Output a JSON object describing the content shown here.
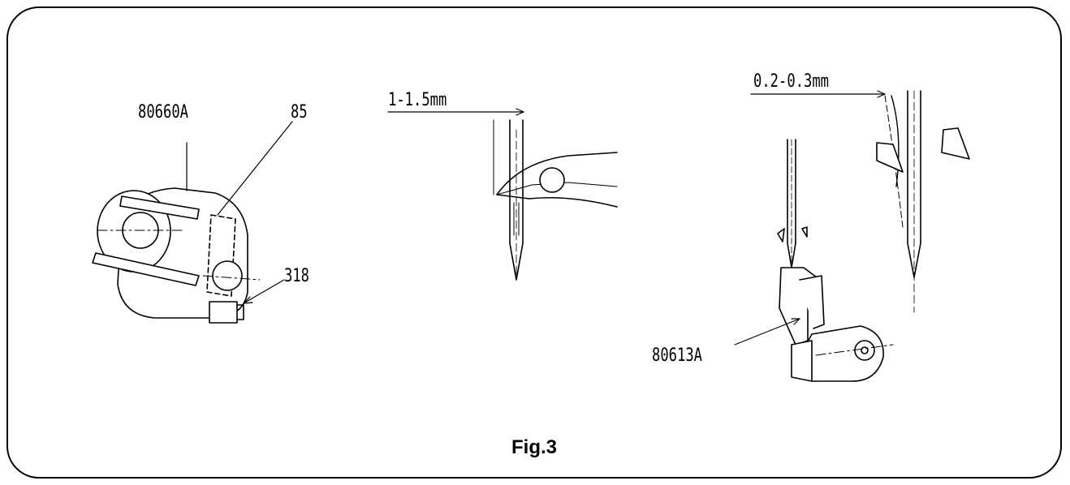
{
  "figure": {
    "caption": "Fig.3",
    "left_view": {
      "part_label_a": "80660A",
      "part_label_b": "85",
      "part_label_c": "318"
    },
    "middle_view": {
      "dimension": "1-1.5mm"
    },
    "right_view": {
      "dimension": "0.2-0.3mm",
      "part_label": "80613A"
    }
  }
}
